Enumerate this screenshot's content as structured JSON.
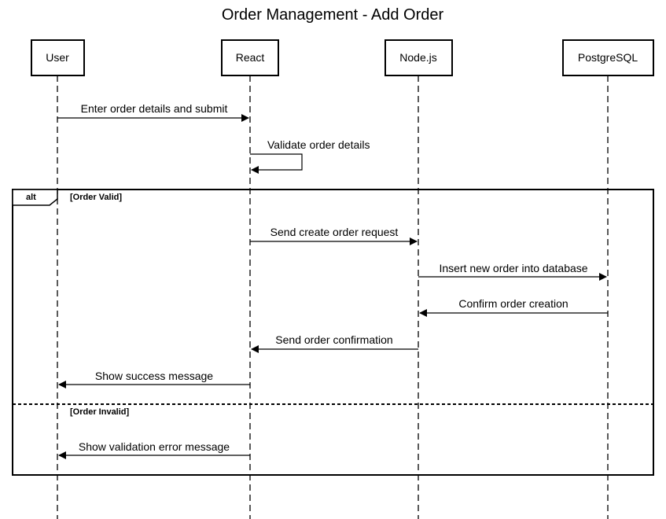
{
  "title": "Order Management - Add Order",
  "actors": [
    {
      "id": "user",
      "label": "User"
    },
    {
      "id": "react",
      "label": "React"
    },
    {
      "id": "node",
      "label": "Node.js"
    },
    {
      "id": "postgres",
      "label": "PostgreSQL"
    }
  ],
  "messages": [
    {
      "from": "user",
      "to": "react",
      "label": "Enter order details and submit"
    },
    {
      "from": "react",
      "to": "react",
      "label": "Validate order details"
    },
    {
      "from": "react",
      "to": "node",
      "label": "Send create order request"
    },
    {
      "from": "node",
      "to": "postgres",
      "label": "Insert new order into database"
    },
    {
      "from": "postgres",
      "to": "node",
      "label": "Confirm order creation"
    },
    {
      "from": "node",
      "to": "react",
      "label": "Send order confirmation"
    },
    {
      "from": "react",
      "to": "user",
      "label": "Show success message"
    },
    {
      "from": "react",
      "to": "user",
      "label": "Show validation error message"
    }
  ],
  "alt_frame": {
    "operator": "alt",
    "guards": [
      "[Order Valid]",
      "[Order Invalid]"
    ]
  }
}
